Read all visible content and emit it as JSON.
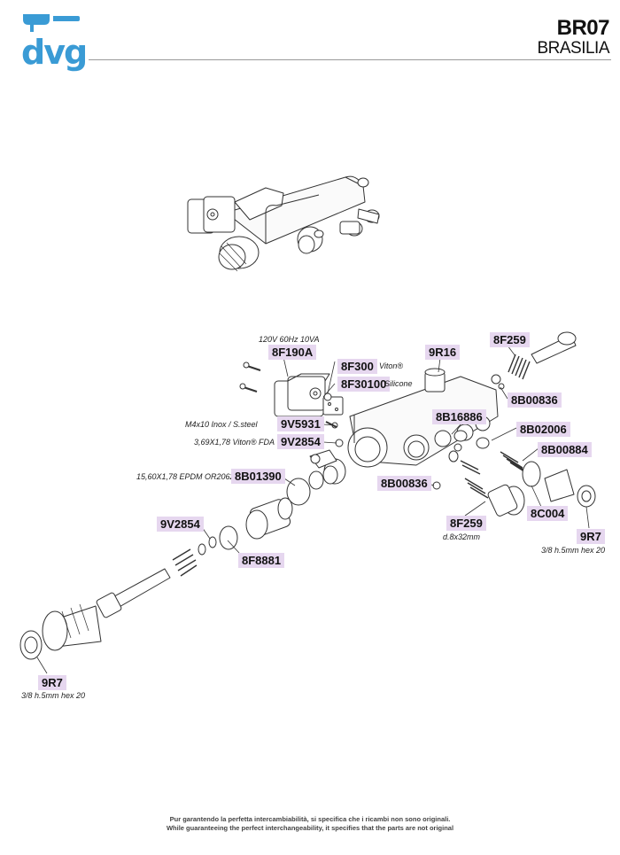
{
  "brand": {
    "logo_text": "dvg",
    "accent": "#3a9bd5"
  },
  "header": {
    "model_code": "BR07",
    "model_name": "BRASILIA"
  },
  "parts": [
    {
      "code": "8F190A",
      "note": "120V 60Hz 10VA"
    },
    {
      "code": "8F300",
      "note": "Viton®"
    },
    {
      "code": "8F30100",
      "note": "Silicone"
    },
    {
      "code": "9V5931",
      "note": "M4x10 Inox / S.steel"
    },
    {
      "code": "9V2854",
      "note": "3,69X1,78 Viton® FDA"
    },
    {
      "code": "8B01390",
      "note": "15,60X1,78 EPDM OR2062"
    },
    {
      "code": "9V2854",
      "note": ""
    },
    {
      "code": "8F8881",
      "note": ""
    },
    {
      "code": "9R7",
      "note": "3/8 h.5mm hex 20"
    },
    {
      "code": "9R16",
      "note": ""
    },
    {
      "code": "8F259",
      "note": ""
    },
    {
      "code": "8B00836",
      "note": ""
    },
    {
      "code": "8B16886",
      "note": ""
    },
    {
      "code": "8B02006",
      "note": ""
    },
    {
      "code": "8B00884",
      "note": ""
    },
    {
      "code": "8B00836",
      "note": ""
    },
    {
      "code": "8F259",
      "note": "d.8x32mm"
    },
    {
      "code": "8C004",
      "note": ""
    },
    {
      "code": "9R7",
      "note": "3/8 h.5mm hex 20"
    }
  ],
  "footer": {
    "line_it": "Pur garantendo la perfetta intercambiabilità, si specifica che i ricambi non sono originali.",
    "line_en": "While guaranteeing the perfect interchangeability, it specifies that the parts are not original"
  }
}
